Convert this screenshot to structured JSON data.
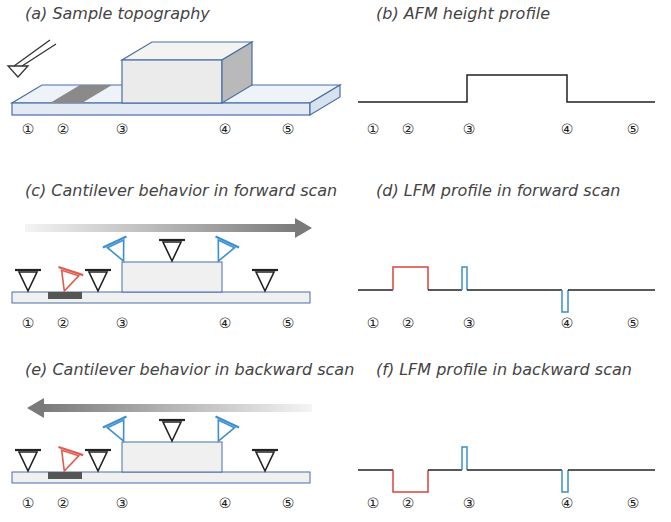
{
  "diagram": {
    "labels": [
      "(a) Sample topography",
      "①",
      "②",
      "③",
      "④",
      "⑤",
      "(b) AFM height profile",
      "①",
      "②",
      "③",
      "④",
      "⑤",
      "(c) Cantilever behavior in forward scan",
      "①",
      "②",
      "③",
      "④",
      "⑤",
      "(d) LFM profile in forward scan",
      "①",
      "②",
      "③",
      "④",
      "⑤",
      "(e) Cantilever behavior in backward scan",
      "①",
      "②",
      "③",
      "④",
      "⑤",
      "(f) LFM profile in backward scan",
      "①",
      "②",
      "③",
      "④",
      "⑤"
    ]
  }
}
